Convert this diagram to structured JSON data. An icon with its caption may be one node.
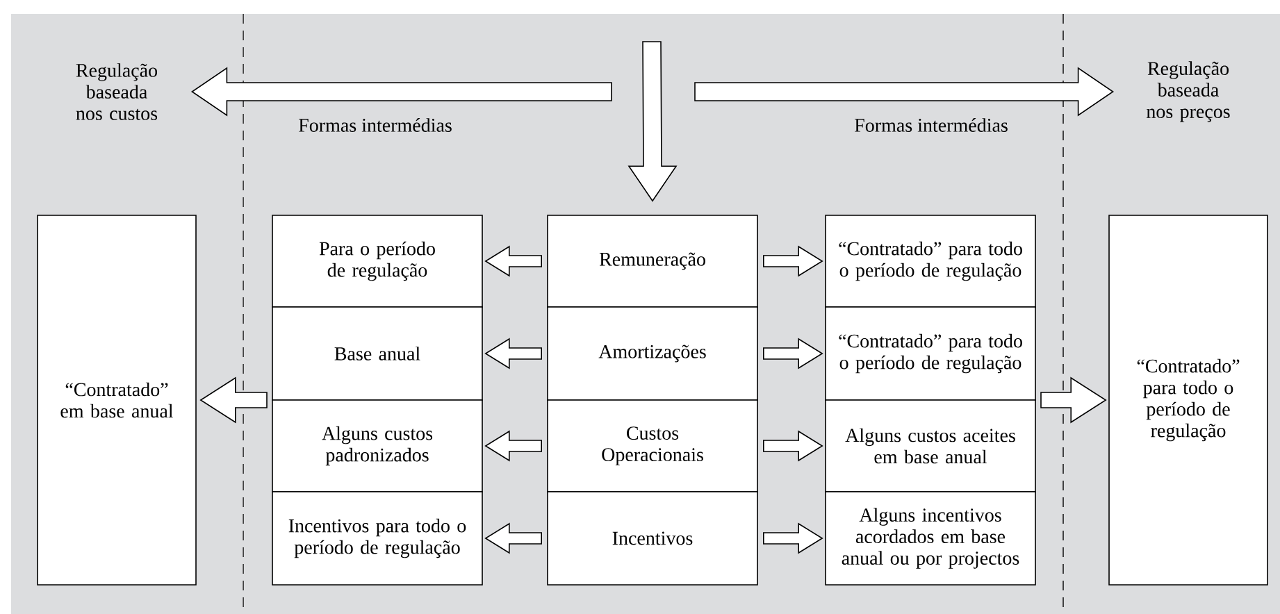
{
  "diagram": {
    "nodes": [
      {
        "text": [
          "Regulação baseada nos custos"
        ]
      },
      {
        "text": [
          "Regulação baseada nos preços"
        ]
      },
      {
        "text": [
          "“Contratado” em base anual"
        ]
      },
      {
        "text": [
          "Para o período de regulação"
        ]
      },
      {
        "text": [
          "Remuneração"
        ]
      },
      {
        "text": [
          "“Contratado” para todo o período de regulação"
        ]
      },
      {
        "text": [
          "Base anual"
        ]
      },
      {
        "text": [
          "Amortizações"
        ]
      },
      {
        "text": [
          "“Contratado” para todo o período de regulação"
        ]
      },
      {
        "text": [
          "Alguns custos padronizados"
        ]
      },
      {
        "text": [
          "Custos Operacionais"
        ]
      },
      {
        "text": [
          "Alguns custos aceites em base anual"
        ]
      },
      {
        "text": [
          "Incentivos para todo o período de regulação"
        ]
      },
      {
        "text": [
          "Incentivos"
        ]
      },
      {
        "text": [
          "Alguns incentivos acordados em base anual ou por projectos"
        ]
      },
      {
        "text": [
          "“Contratado” para todo o período de regulação"
        ]
      }
    ],
    "edges": [
      {
        "from": null,
        "to": 0,
        "arrow": "to"
      },
      {
        "from": null,
        "to": 1,
        "arrow": "to"
      },
      {
        "from": null,
        "to": 4,
        "arrow": "to"
      },
      {
        "from": 4,
        "to": 3,
        "arrow": "to"
      },
      {
        "from": 4,
        "to": 5,
        "arrow": "to"
      },
      {
        "from": 7,
        "to": 6,
        "arrow": "to"
      },
      {
        "from": 7,
        "to": 8,
        "arrow": "to"
      },
      {
        "from": 10,
        "to": 9,
        "arrow": "to"
      },
      {
        "from": 10,
        "to": 11,
        "arrow": "to"
      },
      {
        "from": 13,
        "to": 12,
        "arrow": "to"
      },
      {
        "from": 13,
        "to": 14,
        "arrow": "to"
      },
      {
        "from": null,
        "to": 2,
        "arrow": "to"
      },
      {
        "from": null,
        "to": 15,
        "arrow": "to"
      }
    ],
    "labels": [
      "Formas intermédias",
      "Formas intermédias"
    ]
  }
}
